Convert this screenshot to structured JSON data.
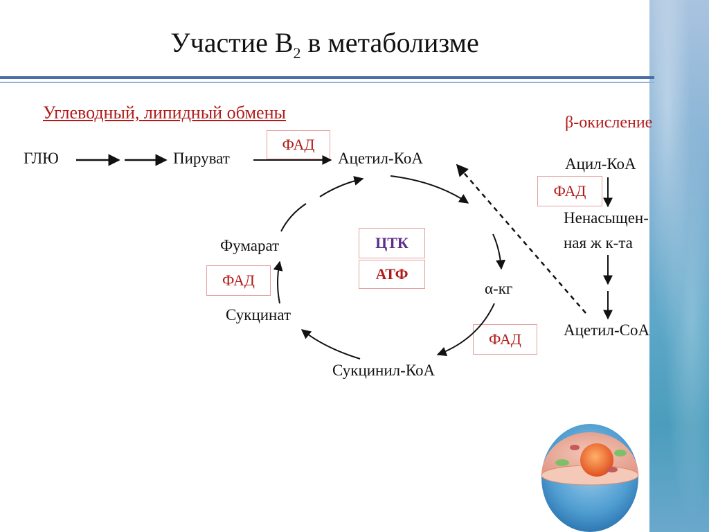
{
  "slide": {
    "title": "Участие В",
    "title_subscript": "2",
    "title_suffix": " в метаболизме"
  },
  "left_section": {
    "heading": "Углеводный, липидный обмены",
    "glu": "ГЛЮ",
    "pyruvate": "Пируват",
    "acetyl_coa": "Ацетил-КоА",
    "fad_label": "ФАД"
  },
  "cycle": {
    "fumarate": "Фумарат",
    "succinate": "Сукцинат",
    "succinyl_coa": "Сукцинил-КоА",
    "alpha_kg": "α-кг",
    "fad_fumarate": "ФАД",
    "fad_alpha_kg": "ФАД",
    "center_top": "ЦТК",
    "center_bottom": "АТФ"
  },
  "beta_oxidation": {
    "heading": "β-окисление",
    "acyl_coa": "Ацил-КоА",
    "fad_label": "ФАД",
    "unsaturated_line1": "Ненасыщен-",
    "unsaturated_line2": "ная ж к-та",
    "acetyl_coa": "Ацетил-СоА"
  },
  "colors": {
    "title_rule": "#4a6fa8",
    "red_text": "#b21a1a",
    "box_border": "#e3a0a0",
    "center_top_text": "#5b2d8c",
    "center_bottom_text": "#b21a1a",
    "side_strip": "#6aa8cc"
  },
  "decor": {
    "cell_image": "cell-illustration"
  }
}
